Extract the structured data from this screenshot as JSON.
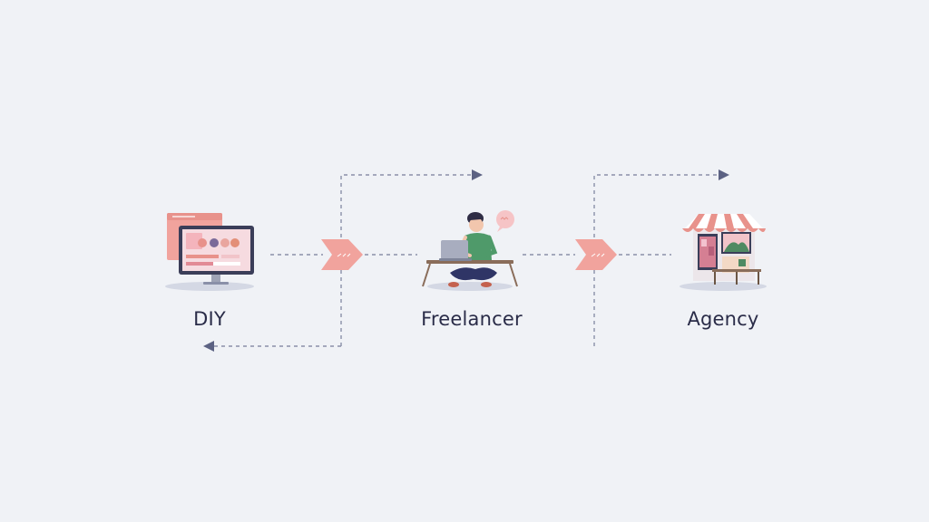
{
  "nodes": [
    {
      "label": "DIY",
      "icon": "monitor-icon"
    },
    {
      "label": "Freelancer",
      "icon": "person-laptop-icon"
    },
    {
      "label": "Agency",
      "icon": "storefront-icon"
    }
  ],
  "colors": {
    "background": "#f0f2f6",
    "accent": "#f1a39d",
    "connector": "#8a90a8",
    "arrowhead": "#5c6283",
    "text": "#2a2c48"
  }
}
